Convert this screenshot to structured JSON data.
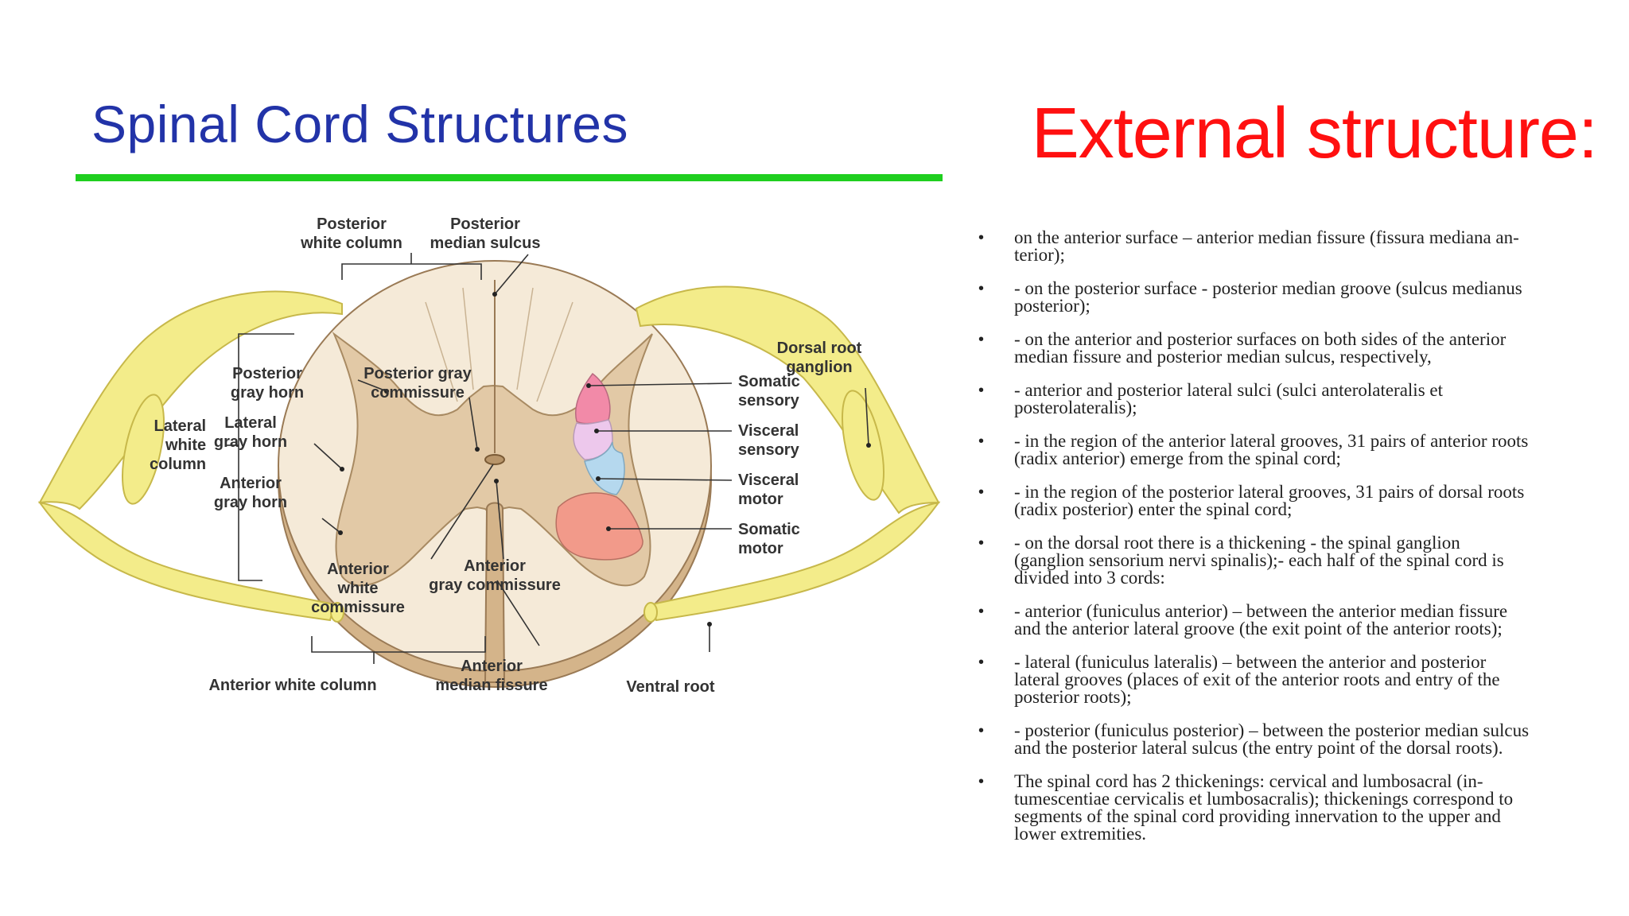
{
  "figure": {
    "title": "Spinal Cord Structures",
    "labels": {
      "posterior_white_column": "Posterior\nwhite column",
      "posterior_median_sulcus": "Posterior\nmedian sulcus",
      "posterior_gray_horn": "Posterior\ngray horn",
      "posterior_gray_commissure": "Posterior gray\ncommissure",
      "lateral_white_column": "Lateral\nwhite\ncolumn",
      "lateral_gray_horn": "Lateral\ngray horn",
      "anterior_gray_horn": "Anterior\ngray horn",
      "anterior_white_commissure": "Anterior\nwhite\ncommissure",
      "anterior_gray_commissure": "Anterior\ngray commissure",
      "anterior_white_column": "Anterior white column",
      "anterior_median_fissure": "Anterior\nmedian fissure",
      "somatic_sensory": "Somatic\nsensory",
      "visceral_sensory": "Visceral\nsensory",
      "visceral_motor": "Visceral\nmotor",
      "somatic_motor": "Somatic\nmotor",
      "dorsal_root_ganglion": "Dorsal root\nganglion",
      "ventral_root": "Ventral root"
    },
    "colors": {
      "white_matter": "#f5ead8",
      "gray_matter": "#e2c9a6",
      "nerve": "#f3ec8a",
      "somatic_sensory": "#f28aa8",
      "visceral_sensory": "#edc8ec",
      "visceral_motor": "#b5d8ee",
      "somatic_motor": "#f29a8a"
    }
  },
  "section": {
    "heading": "External structure:",
    "bullet_symbol": "•",
    "bullets": [
      "on the anterior surface – anterior median fissure (fissura mediana an-\nterior);",
      "- on the posterior surface - posterior median groove (sulcus medianus\nposterior);",
      "- on the anterior and posterior surfaces on both sides of the anterior\nmedian fissure and posterior median sulcus, respectively,",
      " - anterior and posterior lateral sulci (sulci anterolateralis et\nposterolateralis);",
      "- in the region of the anterior lateral grooves, 31 pairs of anterior roots\n(radix anterior) emerge from the spinal cord;",
      "- in the region of the posterior lateral grooves, 31 pairs of dorsal roots\n(radix posterior) enter the spinal cord;",
      "- on the dorsal root there is a thickening - the spinal ganglion\n(ganglion sensorium nervi spinalis);- each half of the spinal cord is\ndivided into 3 cords:",
      "- anterior (funiculus anterior) – between the anterior median fissure\nand the anterior lateral groove (the exit point of the anterior roots);",
      "- lateral (funiculus lateralis) – between the anterior and posterior\nlateral grooves (places of exit of the anterior roots and entry of the\nposterior roots);",
      "- posterior (funiculus posterior) – between the posterior median sulcus\nand the posterior lateral sulcus (the entry point of the dorsal roots).",
      "The spinal cord has 2 thickenings: cervical and lumbosacral (in-\ntumescentiae cervicalis et lumbosacralis); thickenings correspond to\nsegments of the spinal cord providing innervation to the upper and\nlower extremities."
    ]
  }
}
